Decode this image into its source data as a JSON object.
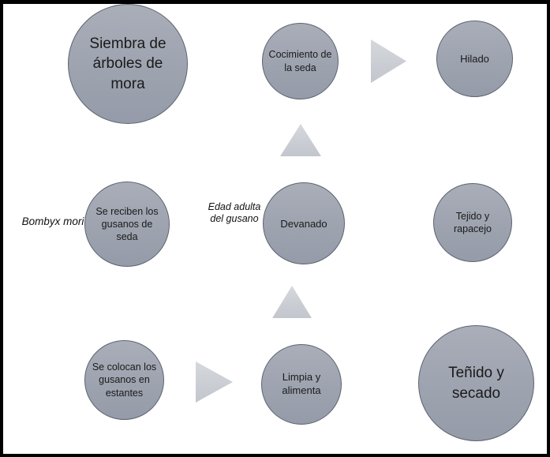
{
  "diagram": {
    "subject": "silk production process flowchart",
    "nodes": [
      {
        "id": "siembra",
        "label": "Siembra de árboles de mora"
      },
      {
        "id": "cocimiento",
        "label": "Cocimiento de la seda"
      },
      {
        "id": "hilado",
        "label": "Hilado"
      },
      {
        "id": "se_reciben",
        "label": "Se reciben los gusanos de seda"
      },
      {
        "id": "devanado",
        "label": "Devanado"
      },
      {
        "id": "tejido",
        "label": "Tejido y rapacejo"
      },
      {
        "id": "se_colocan",
        "label": "Se colocan los gusanos en estantes"
      },
      {
        "id": "limpia",
        "label": "Limpia y alimenta"
      },
      {
        "id": "tenido",
        "label": "Teñido y secado"
      }
    ],
    "annotations": [
      {
        "id": "bombyx",
        "label": "Bombyx mori"
      },
      {
        "id": "edad",
        "label": "Edad adulta del gusano"
      }
    ],
    "arrows": [
      {
        "from": "siembra",
        "to": "se_reciben",
        "direction": "down"
      },
      {
        "from": "se_reciben",
        "to": "se_colocan",
        "direction": "down"
      },
      {
        "from": "se_colocan",
        "to": "limpia",
        "direction": "right"
      },
      {
        "from": "limpia",
        "to": "devanado",
        "direction": "up"
      },
      {
        "from": "devanado",
        "to": "cocimiento",
        "direction": "up"
      },
      {
        "from": "cocimiento",
        "to": "hilado",
        "direction": "right"
      },
      {
        "from": "hilado",
        "to": "tejido",
        "direction": "down"
      },
      {
        "from": "tejido",
        "to": "tenido",
        "direction": "down"
      }
    ],
    "colors": {
      "node_fill": "#9da3ae",
      "node_border": "#5d6370",
      "arrow_fill": "#ccd0d6",
      "text": "#1a1a1a",
      "frame_border": "#000000",
      "background": "#ffffff"
    }
  }
}
